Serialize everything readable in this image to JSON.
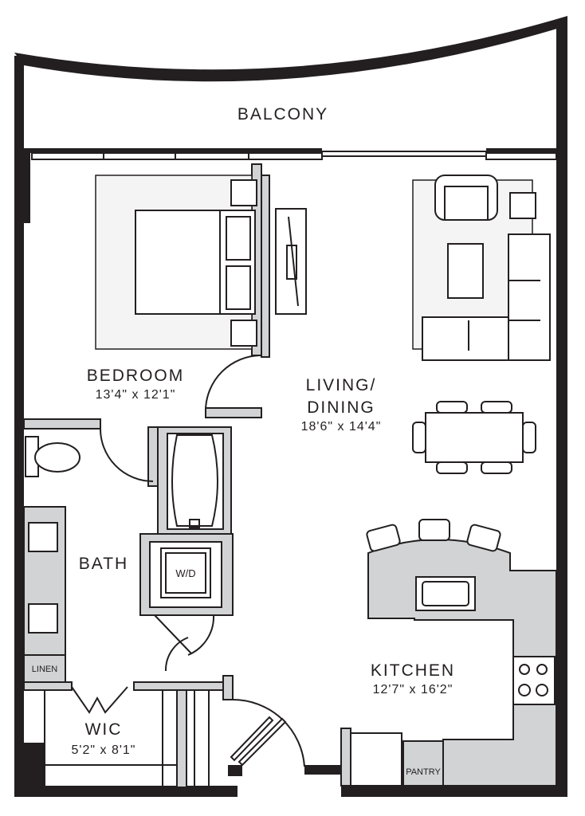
{
  "rooms": {
    "balcony": {
      "name": "BALCONY"
    },
    "bedroom": {
      "name": "BEDROOM",
      "size": "13'4\" x 12'1\""
    },
    "living": {
      "name_line1": "LIVING/",
      "name_line2": "DINING",
      "size": "18'6\" x 14'4\""
    },
    "bath": {
      "name": "BATH"
    },
    "laundry": {
      "name": "W/D"
    },
    "linen": {
      "name": "LINEN"
    },
    "wic": {
      "name": "WIC",
      "size": "5'2\" x 8'1\""
    },
    "kitchen": {
      "name": "KITCHEN",
      "size": "12'7\" x 16'2\""
    },
    "pantry": {
      "name": "PANTRY"
    }
  },
  "colors": {
    "wall": "#231f20",
    "fixture": "#d1d3d4"
  }
}
